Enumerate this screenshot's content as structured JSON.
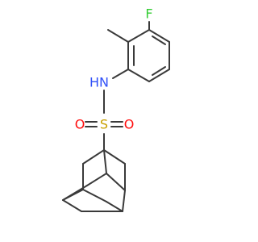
{
  "atoms": {
    "F": {
      "text": "F",
      "color": "#33cc33"
    },
    "N": {
      "text": "N",
      "color": "#3050f8"
    },
    "H": {
      "text": "H",
      "color": "#3050f8"
    },
    "S": {
      "text": "S",
      "color": "#c8a000"
    },
    "O1": {
      "text": "O",
      "color": "#ff0d0d"
    },
    "O2": {
      "text": "O",
      "color": "#ff0d0d"
    }
  },
  "bond_color": "#3a3a3a"
}
